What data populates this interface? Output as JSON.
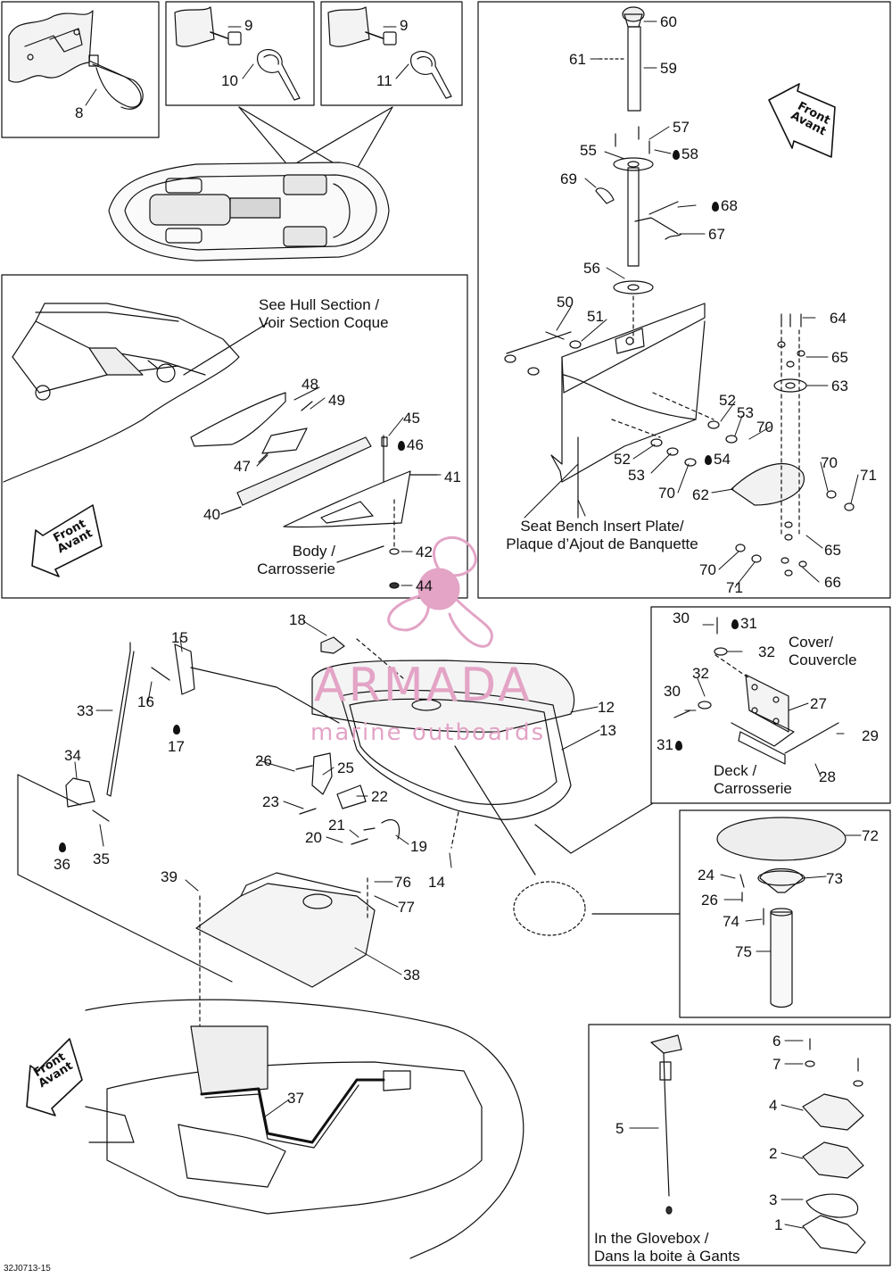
{
  "diagram": {
    "code": "32J0713-15",
    "captions": {
      "hull_section": [
        "See Hull Section /",
        "Voir Section Coque"
      ],
      "body": [
        "Body /",
        "Carrosserie"
      ],
      "seat_bench": [
        "Seat Bench Insert Plate/",
        "Plaque d’Ajout de Banquette"
      ],
      "cover": [
        "Cover/",
        "Couvercle"
      ],
      "deck": [
        "Deck /",
        "Carrosserie"
      ],
      "glovebox": [
        "In the Glovebox /",
        "Dans la boite à Gants"
      ]
    },
    "front_marker": [
      "Front",
      "Avant"
    ],
    "watermark": {
      "brand": "ARMADA",
      "tagline": "marine outboards",
      "color": "#e3a4c6"
    },
    "parts": {
      "p1": "1",
      "p2": "2",
      "p3": "3",
      "p4": "4",
      "p5": "5",
      "p6": "6",
      "p7": "7",
      "p8": "8",
      "p9a": "9",
      "p9b": "9",
      "p10": "10",
      "p11": "11",
      "p12": "12",
      "p13": "13",
      "p14": "14",
      "p15": "15",
      "p16": "16",
      "p17": "17",
      "p18": "18",
      "p19": "19",
      "p20": "20",
      "p21": "21",
      "p22": "22",
      "p23": "23",
      "p24": "24",
      "p25": "25",
      "p26a": "26",
      "p26b": "26",
      "p27": "27",
      "p28": "28",
      "p29": "29",
      "p30a": "30",
      "p30b": "30",
      "p31a": "31",
      "p31b": "31",
      "p32a": "32",
      "p32b": "32",
      "p33": "33",
      "p34": "34",
      "p35": "35",
      "p36": "36",
      "p37": "37",
      "p38": "38",
      "p39": "39",
      "p40": "40",
      "p41": "41",
      "p42": "42",
      "p44": "44",
      "p45": "45",
      "p46": "46",
      "p47": "47",
      "p48": "48",
      "p49": "49",
      "p50": "50",
      "p51": "51",
      "p52a": "52",
      "p52b": "52",
      "p53a": "53",
      "p53b": "53",
      "p54": "54",
      "p55": "55",
      "p56": "56",
      "p57": "57",
      "p58": "58",
      "p59": "59",
      "p60": "60",
      "p61": "61",
      "p62": "62",
      "p63": "63",
      "p64": "64",
      "p65a": "65",
      "p65b": "65",
      "p66": "66",
      "p67": "67",
      "p68": "68",
      "p69": "69",
      "p70a": "70",
      "p70b": "70",
      "p70c": "70",
      "p70d": "70",
      "p71a": "71",
      "p71b": "71",
      "p72": "72",
      "p73": "73",
      "p74": "74",
      "p75": "75",
      "p76": "76",
      "p77": "77"
    }
  }
}
